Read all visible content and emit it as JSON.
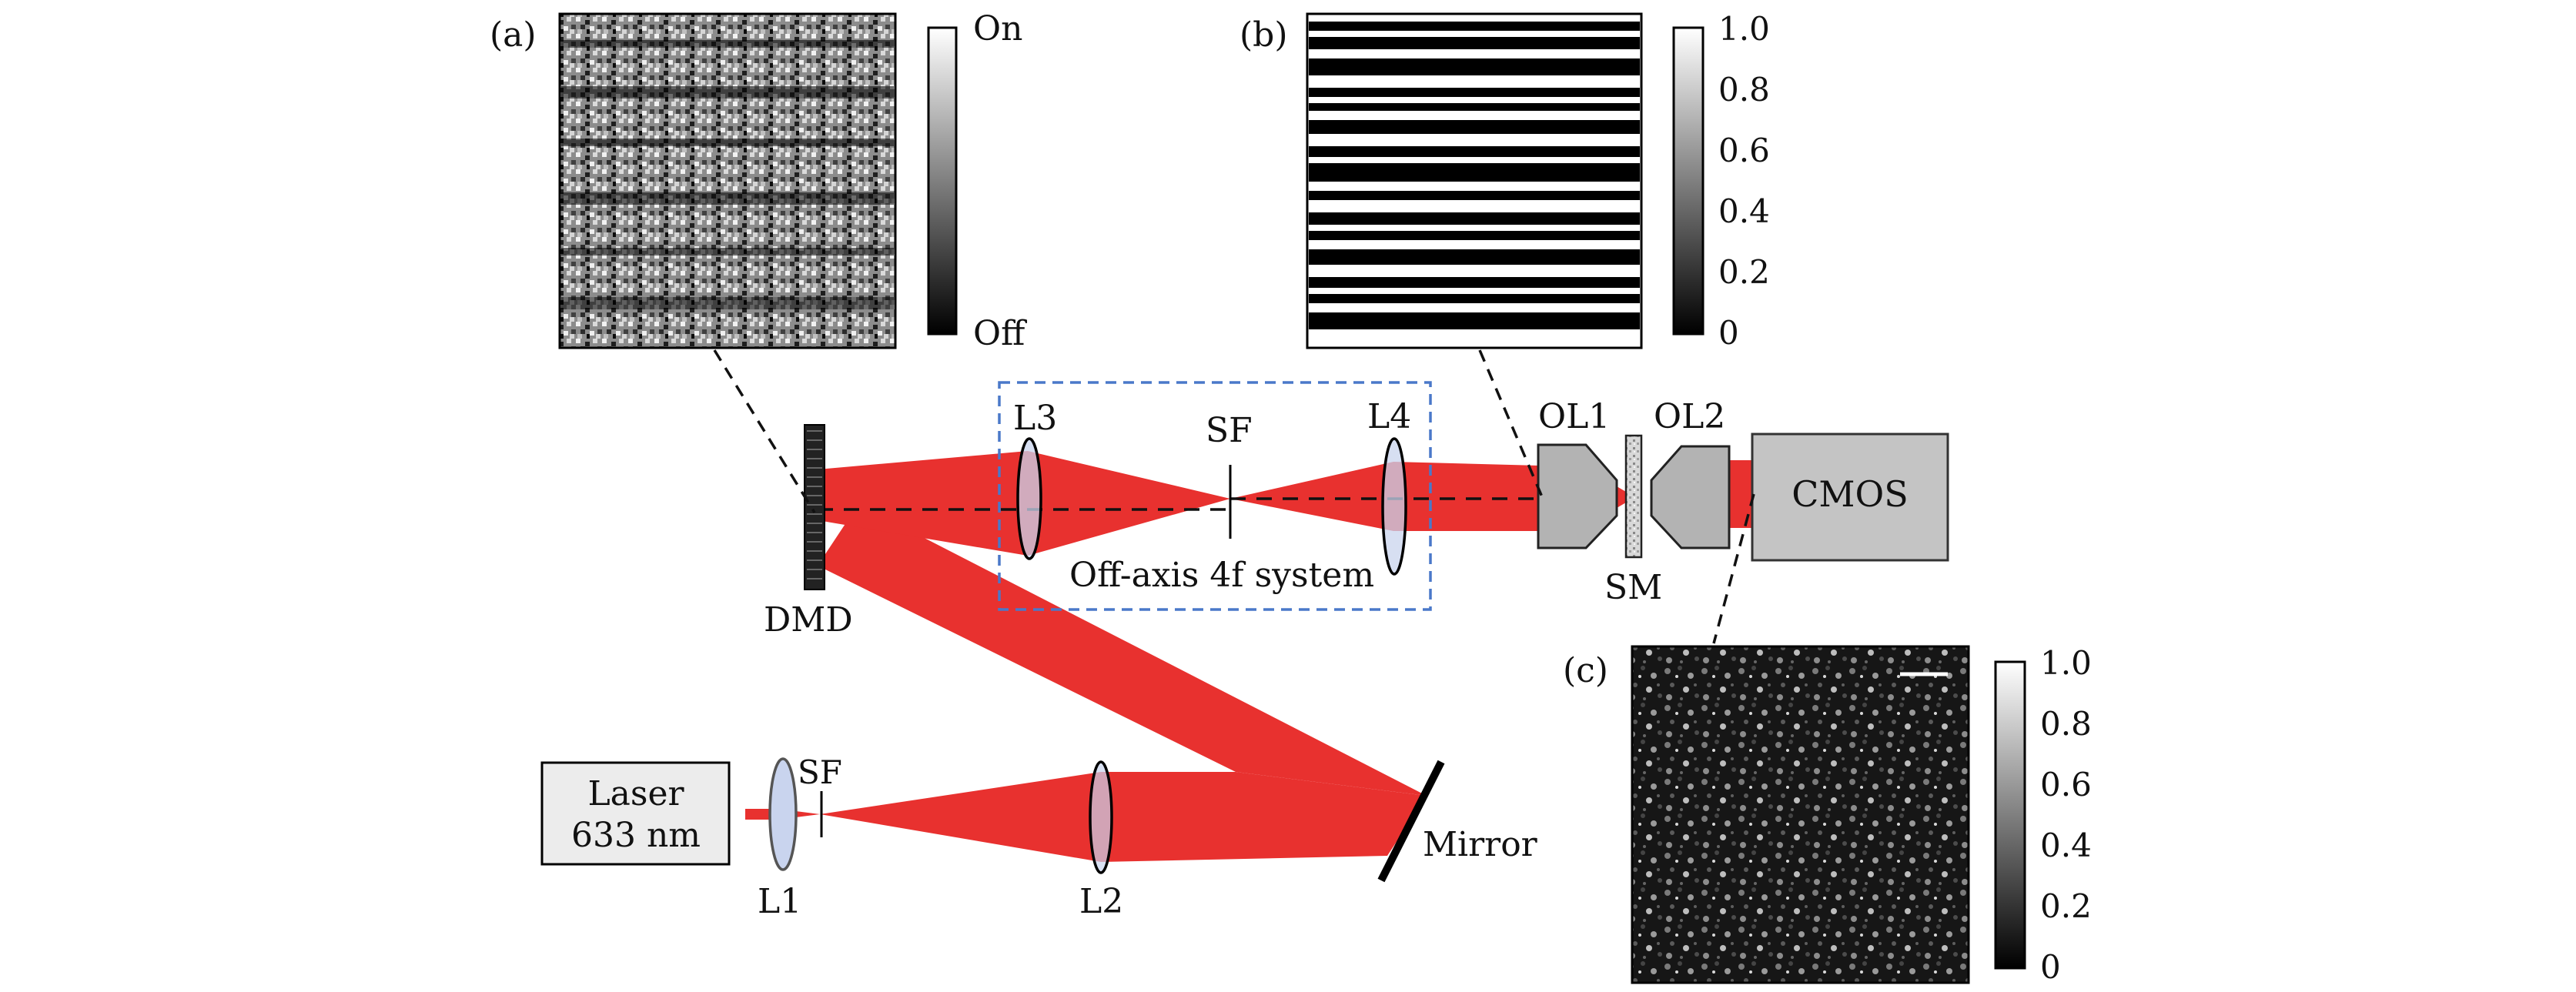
{
  "panels": {
    "a": {
      "label": "(a)",
      "colorbar": {
        "top": "On",
        "bottom": "Off"
      }
    },
    "b": {
      "label": "(b)",
      "colorbar": {
        "ticks": [
          "1.0",
          "0.8",
          "0.6",
          "0.4",
          "0.2",
          "0"
        ]
      }
    },
    "c": {
      "label": "(c)",
      "colorbar": {
        "ticks": [
          "1.0",
          "0.8",
          "0.6",
          "0.4",
          "0.2",
          "0"
        ]
      }
    }
  },
  "components": {
    "laser": {
      "line1": "Laser",
      "line2": "633 nm"
    },
    "cmos": "CMOS",
    "dmd": "DMD",
    "mirror": "Mirror",
    "l1": "L1",
    "l2": "L2",
    "l3": "L3",
    "l4": "L4",
    "sf1": "SF",
    "sf2": "SF",
    "ol1": "OL1",
    "ol2": "OL2",
    "sm": "SM",
    "fourf": "Off-axis 4f system"
  },
  "colors": {
    "beam": "#e8312f",
    "lens_fill": "#c9d4ee",
    "component_gray": "#b3b3b3",
    "box_dashed": "#4a78c9"
  }
}
